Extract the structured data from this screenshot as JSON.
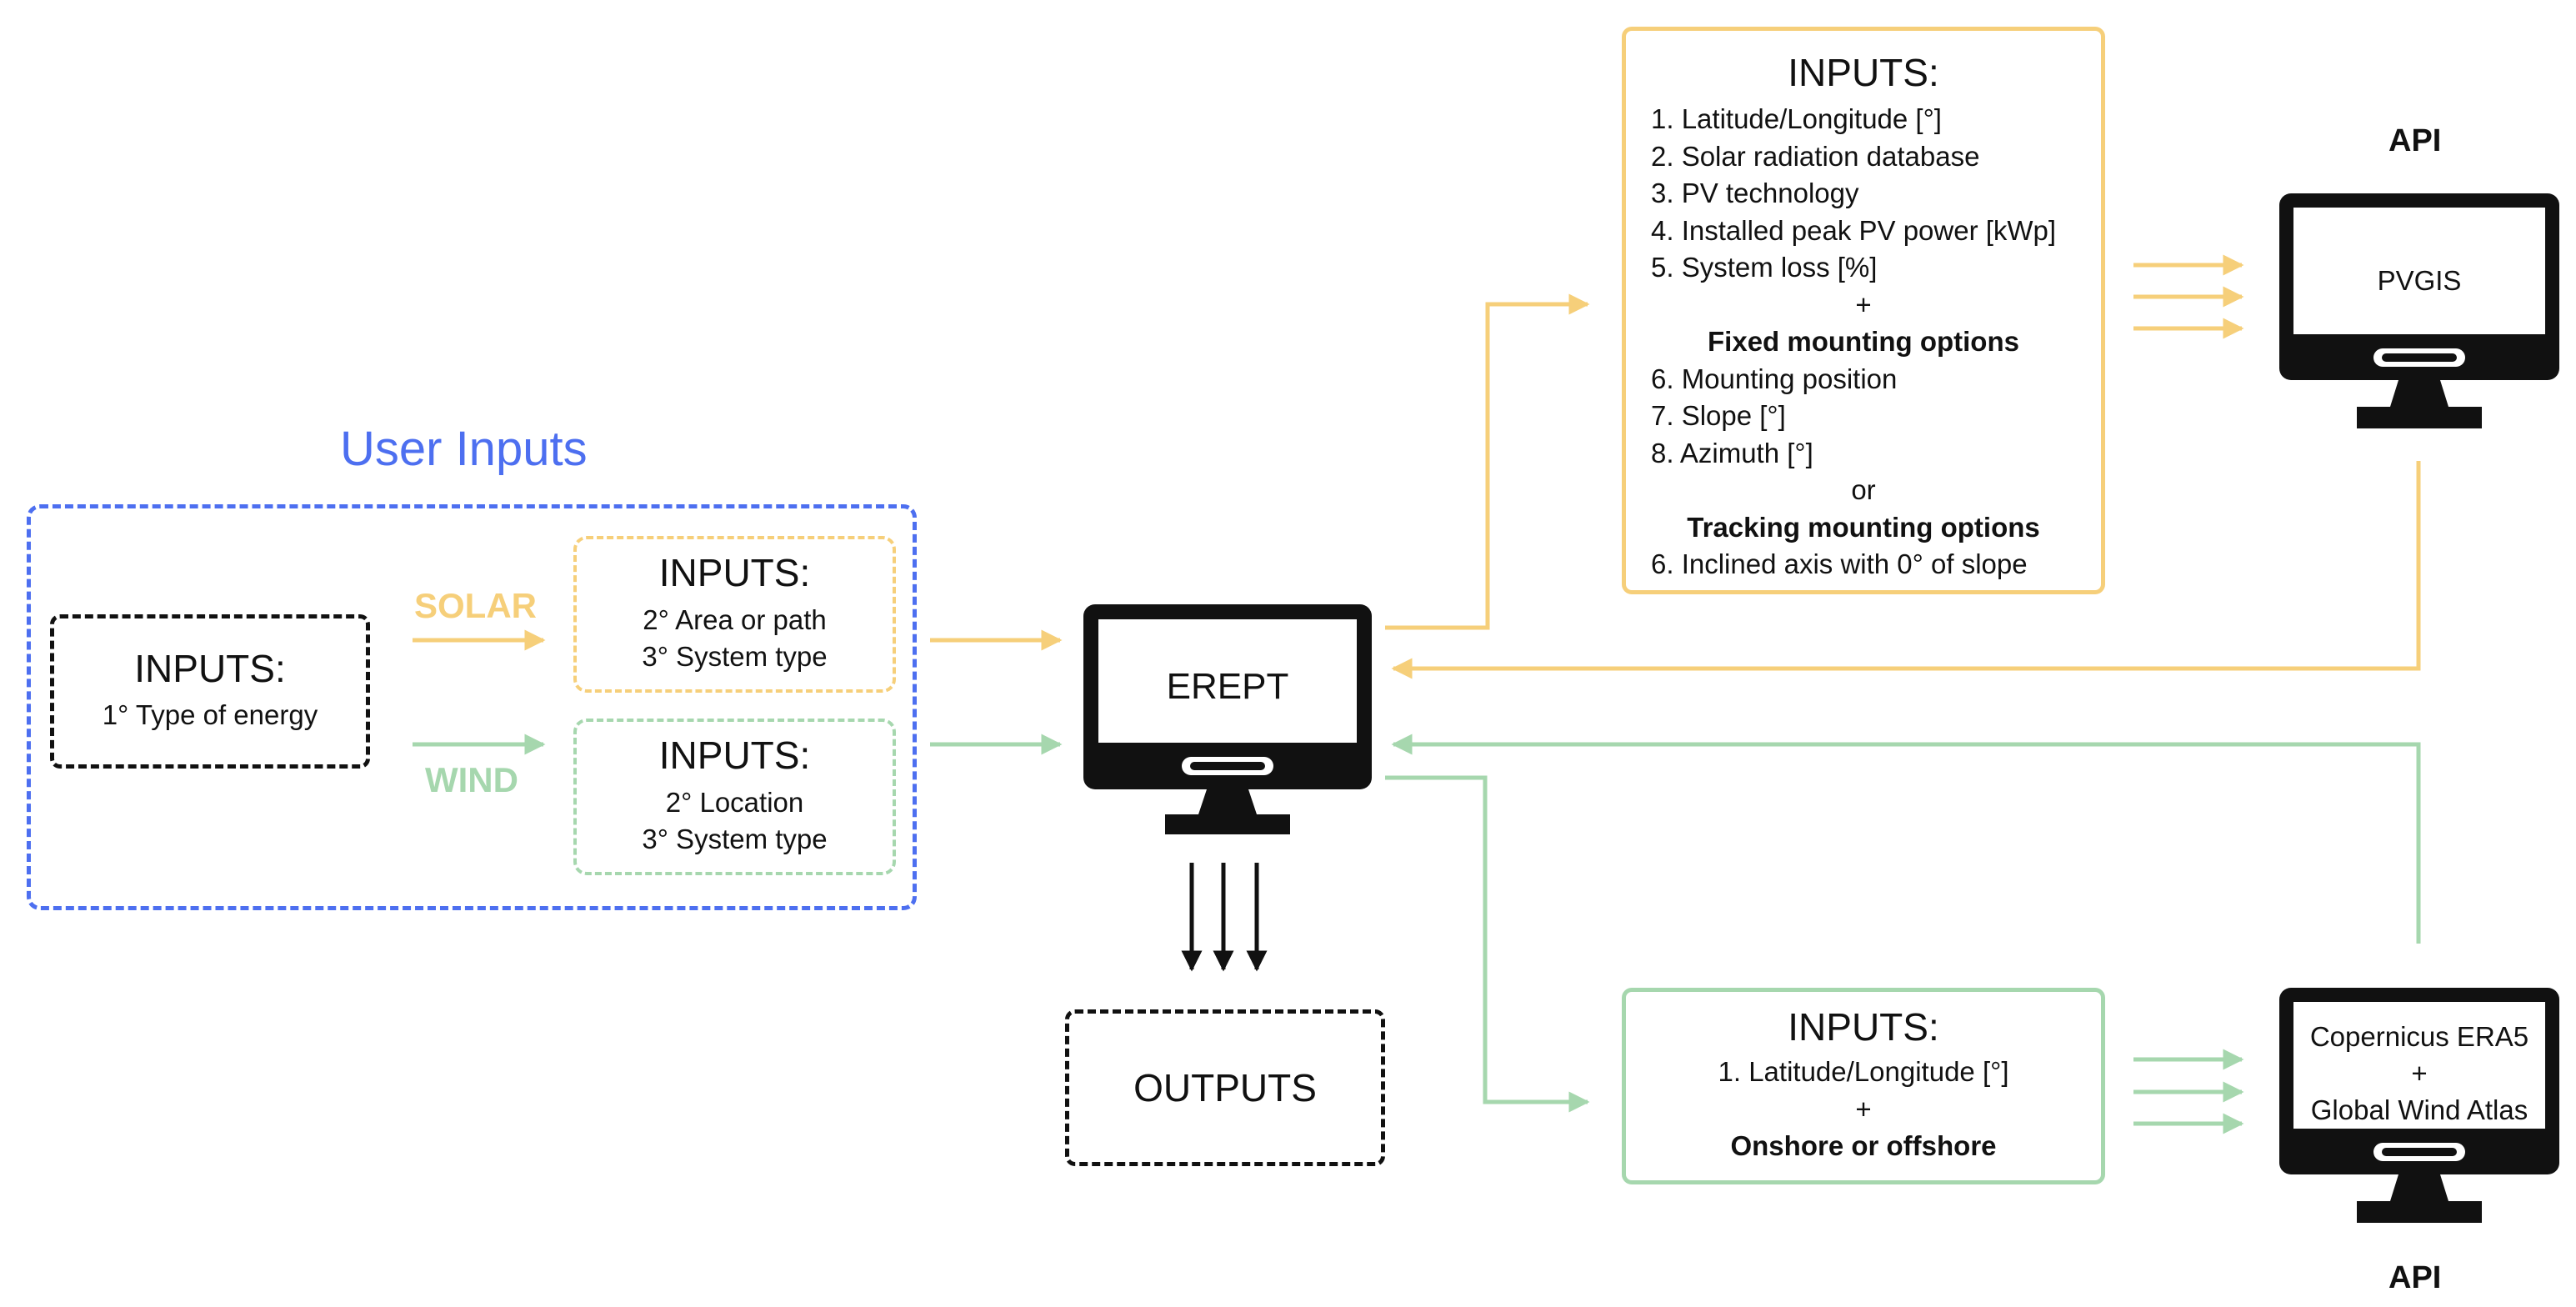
{
  "user_inputs": {
    "title": "User Inputs",
    "type_box": {
      "title": "INPUTS:",
      "line": "1°  Type of energy"
    },
    "solar_label": "SOLAR",
    "wind_label": "WIND",
    "solar_box": {
      "title": "INPUTS:",
      "lines": [
        "2° Area or path",
        "3° System type"
      ]
    },
    "wind_box": {
      "title": "INPUTS:",
      "lines": [
        "2° Location",
        "3° System type"
      ]
    }
  },
  "erept": {
    "label": "EREPT"
  },
  "outputs": {
    "label": "OUTPUTS"
  },
  "solar_inputs": {
    "title": "INPUTS:",
    "items": [
      "1. Latitude/Longitude [°]",
      "2. Solar radiation database",
      "3.  PV technology",
      "4. Installed peak PV power [kWp]",
      "5. System loss [%]"
    ],
    "plus": "+",
    "fixed_heading": "Fixed mounting options",
    "fixed_items": [
      "6. Mounting position",
      "7. Slope [°]",
      "8. Azimuth [°]"
    ],
    "or": "or",
    "tracking_heading": "Tracking mounting options",
    "tracking_items": [
      "6. Inclined axis with 0° of slope"
    ]
  },
  "wind_inputs": {
    "title": "INPUTS:",
    "item": "1. Latitude/Longitude [°]",
    "plus": "+",
    "heading": "Onshore or offshore"
  },
  "pvgis": {
    "api_label": "API",
    "screen_label": "PVGIS"
  },
  "wind_api": {
    "api_label": "API",
    "screen_lines": [
      "Copernicus ERA5",
      "+",
      "Global Wind Atlas"
    ]
  },
  "colors": {
    "solar": "#f6cf7a",
    "wind": "#a6d7ae",
    "user": "#4d6ff0",
    "monitor": "#111111"
  }
}
